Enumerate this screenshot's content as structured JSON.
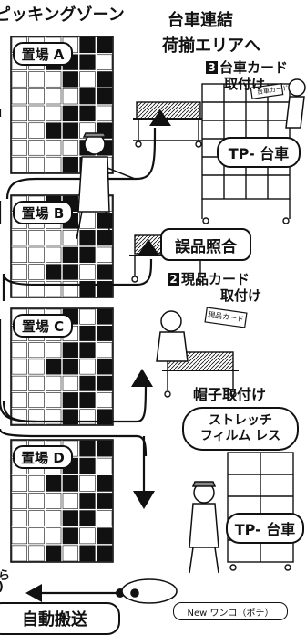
{
  "header": {
    "picking_zone": "ピッキングゾーン",
    "cart_link_line1": "台車連結",
    "cart_link_line2": "荷揃エリアへ"
  },
  "shelves": [
    {
      "label": "置場 A"
    },
    {
      "label": "置場 B"
    },
    {
      "label": "置場 C"
    },
    {
      "label": "置場 D"
    }
  ],
  "steps": {
    "step3_number": "3",
    "step3_line1": "台車カード",
    "step3_line2": "取付け",
    "step2_number": "2",
    "step2_line1": "現品カード",
    "step2_line2": "取付け",
    "cap_attach": "帽子取付け"
  },
  "labels": {
    "tp_cart_top": "TP- 台車",
    "tp_cart_bottom": "TP- 台車",
    "wrong_item_check": "誤品照合",
    "stretch_line1": "ストレッチ",
    "stretch_line2": "フィルム レス",
    "auto_transport": "自動搬送",
    "new_wanko": "New ワンコ（ポチ）",
    "cart_card_text": "台車カード",
    "item_card_text": "現品カード",
    "cut_left_1": "ら",
    "cut_left_2": ")"
  }
}
